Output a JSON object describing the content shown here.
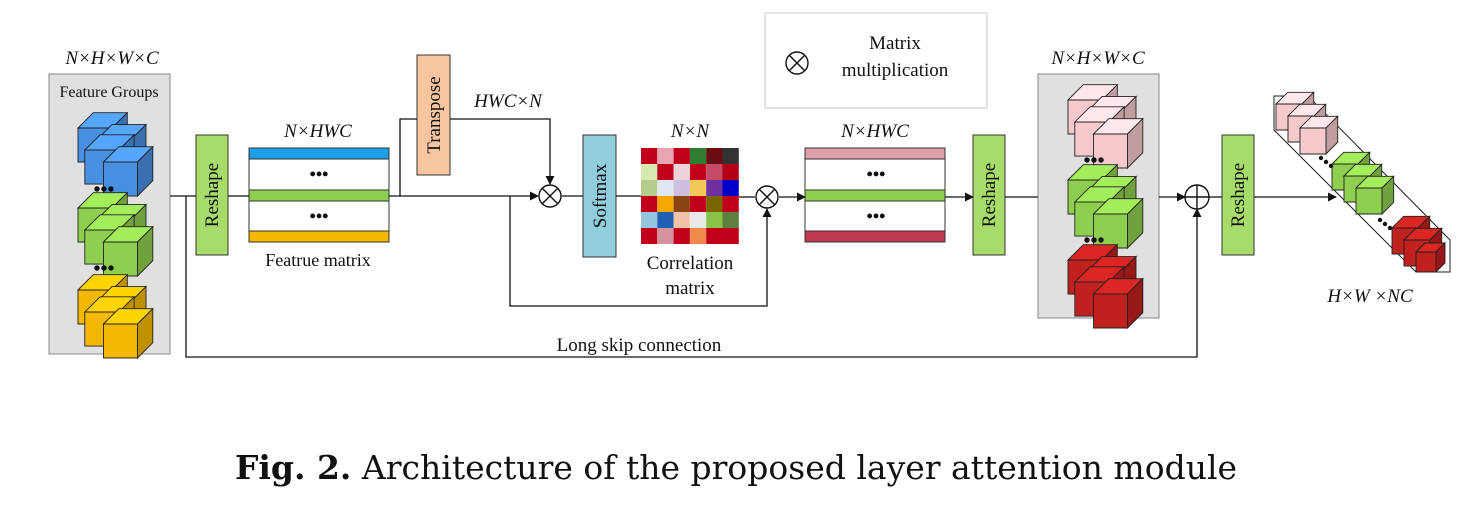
{
  "feature_groups": {
    "dims": "N×H×W×C",
    "label": "Feature Groups",
    "colors": [
      "#4a90e2",
      "#8fcf4f",
      "#f5b800"
    ]
  },
  "reshape_label": "Reshape",
  "feature_matrix": {
    "dims": "N×HWC",
    "label": "Featrue matrix",
    "row_colors": [
      "#1e9ee8",
      "#8fcf4f",
      "#f5b800"
    ]
  },
  "transpose": {
    "label": "Transpose",
    "dims": "HWC×N"
  },
  "softmax_label": "Softmax",
  "correlation": {
    "dims": "N×N",
    "label_line1": "Correlation",
    "label_line2": "matrix",
    "cells": [
      [
        "#c0001a",
        "#e8a4b0",
        "#c0001a",
        "#2e7d32",
        "#6b0d10",
        "#333333"
      ],
      [
        "#d6e9b0",
        "#c0001a",
        "#f0d2dc",
        "#c0001a",
        "#c44a66",
        "#b40015"
      ],
      [
        "#b5cc8a",
        "#dfe7f5",
        "#cdbfdd",
        "#f5c85a",
        "#7030a0",
        "#0000c8"
      ],
      [
        "#c0001a",
        "#f5a800",
        "#8b4513",
        "#c0001a",
        "#7a6500",
        "#c0001a"
      ],
      [
        "#94c4de",
        "#1f5fb0",
        "#f2c2a8",
        "#eaeaea",
        "#8bc34a",
        "#5f7f3f"
      ],
      [
        "#c0001a",
        "#d4939f",
        "#c0001a",
        "#f08a4b",
        "#c0001a",
        "#c0001a"
      ]
    ]
  },
  "weighted_matrix": {
    "dims": "N×HWC",
    "row_colors": [
      "#dea0ac",
      "#8fcf4f",
      "#c0394d"
    ]
  },
  "legend": {
    "symbol": "⊗",
    "line1": "Matrix",
    "line2": "multiplication"
  },
  "group_output": {
    "dims": "N×H×W×C",
    "colors": [
      "#f6c9cc",
      "#8fcf4f",
      "#c0201e"
    ]
  },
  "skip_label": "Long skip connection",
  "output": {
    "dims": "H×W ×NC"
  },
  "caption": {
    "fig": "Fig. 2.",
    "text": "Architecture of the proposed layer attention module"
  }
}
